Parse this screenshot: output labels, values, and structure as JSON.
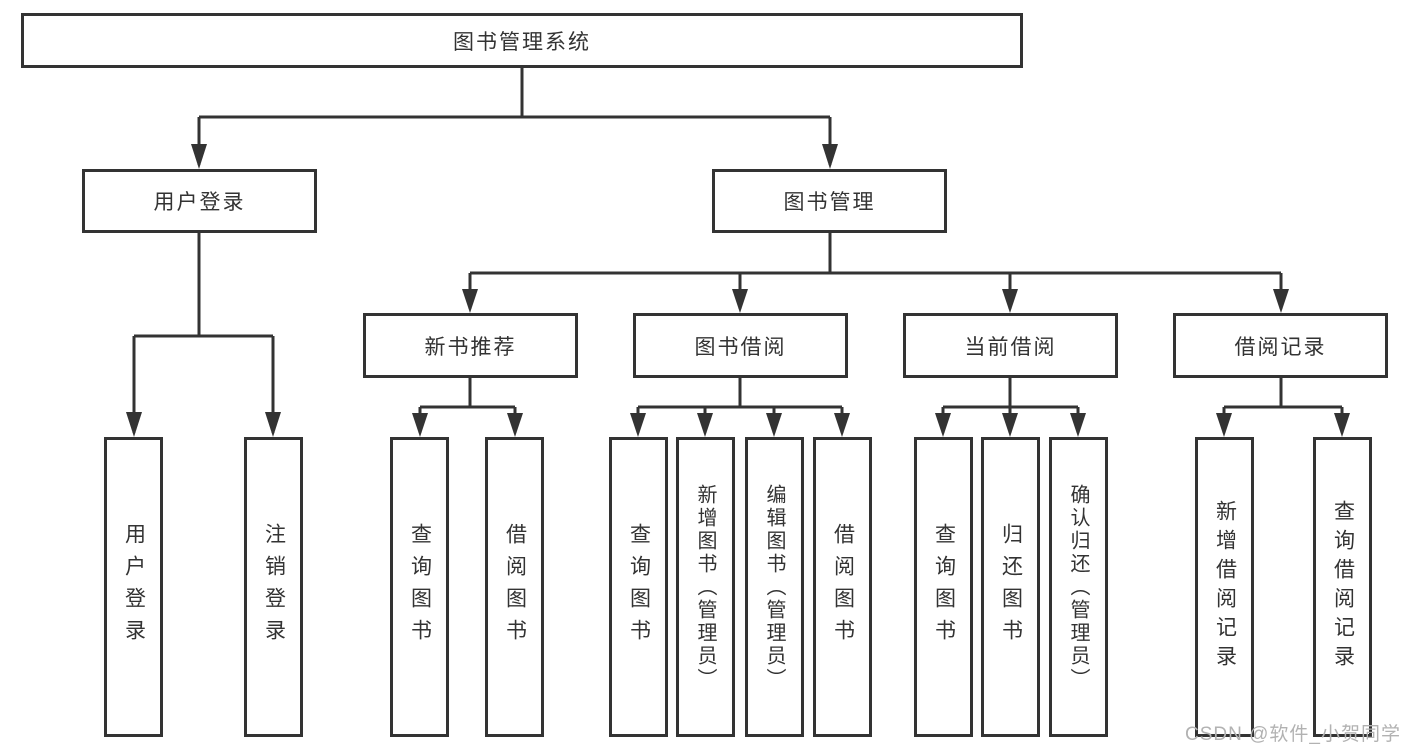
{
  "tree": {
    "root": {
      "label": "图书管理系统"
    },
    "children": [
      {
        "label": "用户登录",
        "children": [
          {
            "label": "用户登录"
          },
          {
            "label": "注销登录"
          }
        ]
      },
      {
        "label": "图书管理",
        "children": [
          {
            "label": "新书推荐",
            "children": [
              {
                "label": "查询图书"
              },
              {
                "label": "借阅图书"
              }
            ]
          },
          {
            "label": "图书借阅",
            "children": [
              {
                "label": "查询图书"
              },
              {
                "label": "新增图书（管理员）"
              },
              {
                "label": "编辑图书（管理员）"
              },
              {
                "label": "借阅图书"
              }
            ]
          },
          {
            "label": "当前借阅",
            "children": [
              {
                "label": "查询图书"
              },
              {
                "label": "归还图书"
              },
              {
                "label": "确认归还（管理员）"
              }
            ]
          },
          {
            "label": "借阅记录",
            "children": [
              {
                "label": "新增借阅记录"
              },
              {
                "label": "查询借阅记录"
              }
            ]
          }
        ]
      }
    ]
  },
  "watermark": {
    "text": "CSDN @软件_小贺同学"
  },
  "colors": {
    "line": "#333333",
    "text": "#333333",
    "box_background": "#ffffff",
    "page_background": "#ffffff",
    "watermark": "#b2b2b2"
  }
}
